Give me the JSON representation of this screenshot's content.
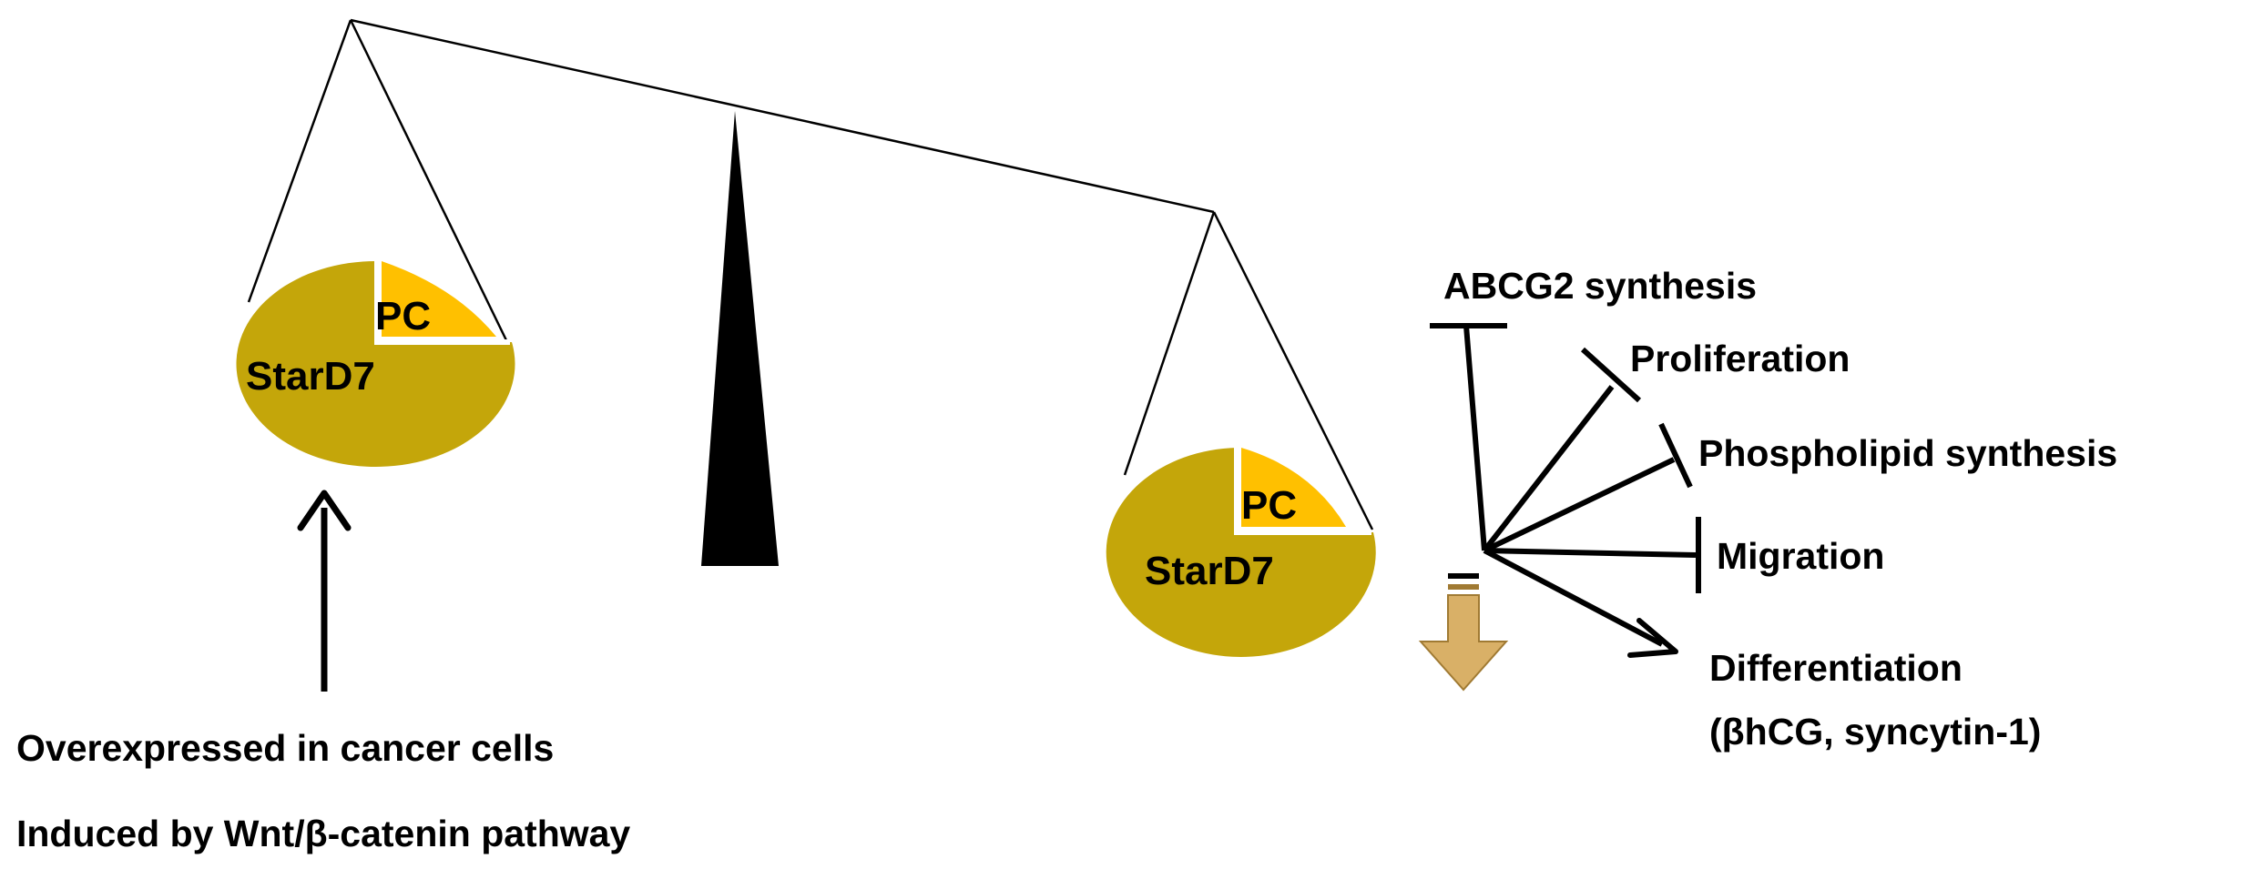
{
  "left_pan": {
    "label_protein": "StarD7",
    "label_lipid": "PC"
  },
  "right_pan": {
    "label_protein": "StarD7",
    "label_lipid": "PC"
  },
  "left_notes": {
    "line1": "Overexpressed in cancer cells",
    "line2": "Induced by Wnt/β-catenin pathway"
  },
  "effects": {
    "abcg2": "ABCG2 synthesis",
    "proliferation": "Proliferation",
    "phospholipid": "Phospholipid synthesis",
    "migration": "Migration",
    "differentiation_line1": "Differentiation",
    "differentiation_line2": "(βhCG, syncytin-1)"
  },
  "colors": {
    "pan_fill": "#c4a60a",
    "lipid_fill": "#ffc000",
    "down_arrow_fill": "#d9b067",
    "down_arrow_stroke": "#a07a33",
    "ink": "#000000"
  }
}
